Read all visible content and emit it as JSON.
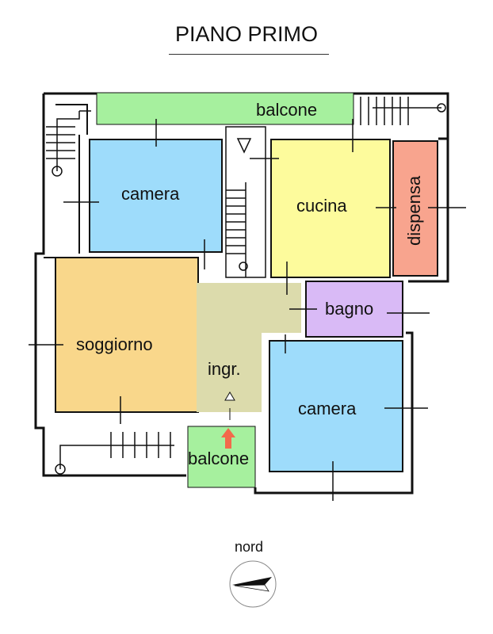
{
  "title": "PIANO PRIMO",
  "rooms": {
    "balcone_top": "balcone",
    "camera_1": "camera",
    "cucina": "cucina",
    "dispensa": "dispensa",
    "soggiorno": "soggiorno",
    "ingresso": "ingr.",
    "bagno": "bagno",
    "camera_2": "camera",
    "balcone_bottom": "balcone"
  },
  "compass_label": "nord",
  "colors": {
    "balcone": "#a6f09e",
    "camera": "#9edcfb",
    "cucina": "#fdfb9c",
    "dispensa": "#f8a48e",
    "soggiorno": "#f9d78b",
    "ingresso": "#dcdbac",
    "bagno": "#d9baf6",
    "entry_arrow": "#f26a4b"
  }
}
